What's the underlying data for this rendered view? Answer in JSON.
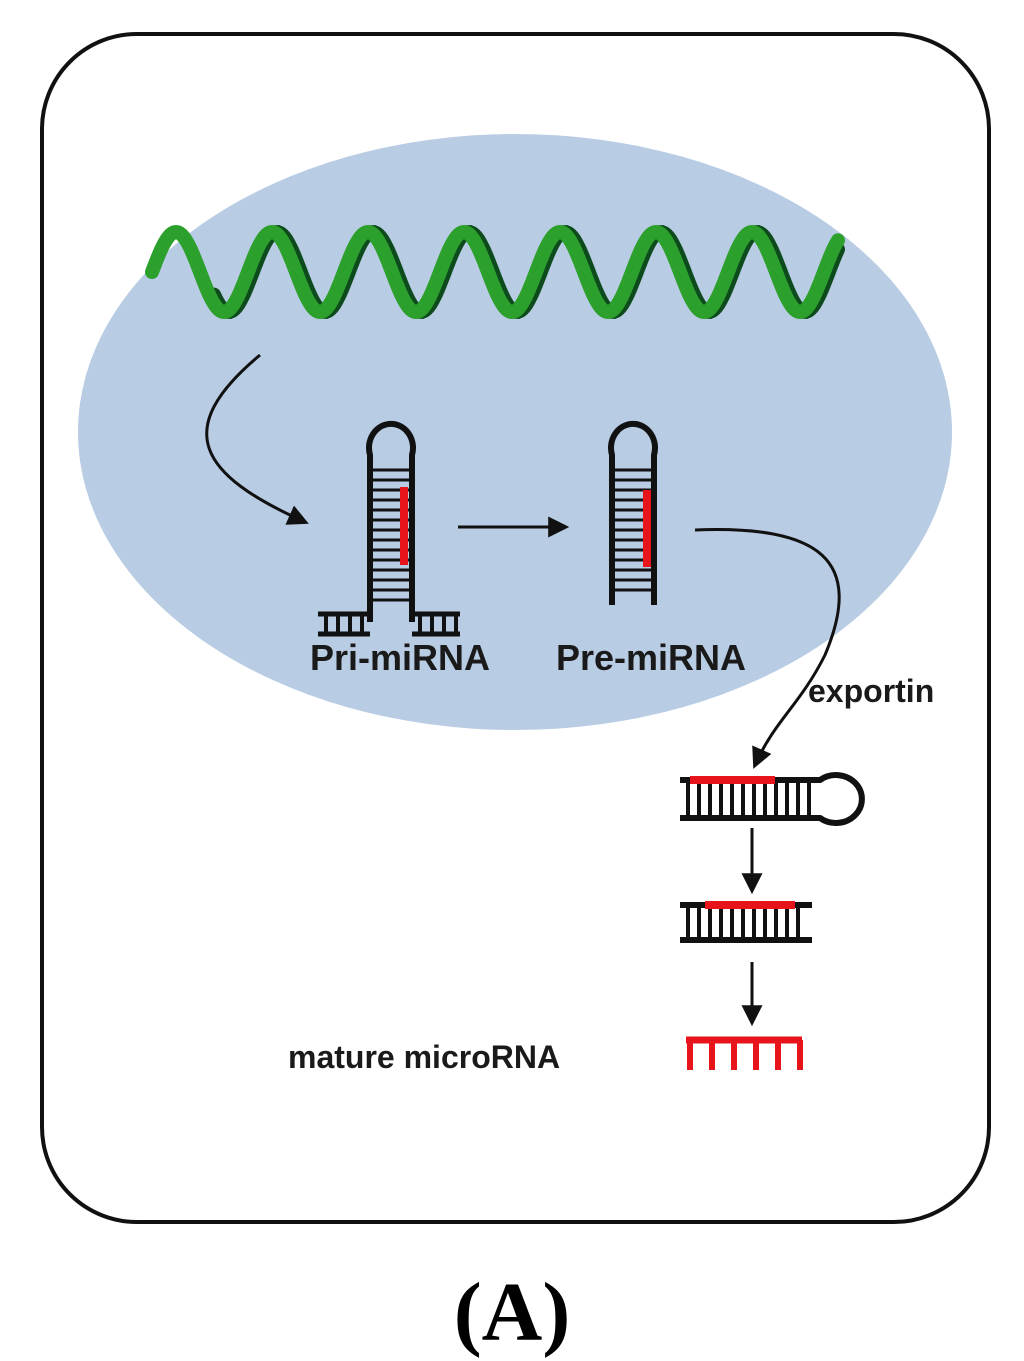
{
  "labels": {
    "pri_mirna": "Pri-miRNA",
    "pre_mirna": "Pre-miRNA",
    "exportin": "exportin",
    "mature": "mature microRNA",
    "panel": "(A)"
  },
  "colors": {
    "nucleus": "#b8cce4",
    "dna_light": "#2ca02c",
    "dna_dark": "#0d4a1c",
    "mirna": "#e8141c",
    "outline": "#111111"
  }
}
